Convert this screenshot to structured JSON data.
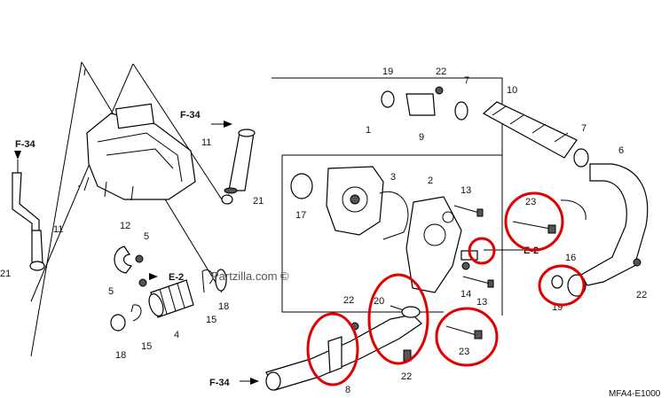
{
  "watermark": "Partzilla.com ©",
  "diagram_code": "MFA4-E1000",
  "ref_labels": [
    "F-34",
    "F-34",
    "E-2",
    "F-34"
  ],
  "ref_arrow_label": "E-2",
  "part_labels": [
    "19",
    "22",
    "7",
    "10",
    "1",
    "9",
    "7",
    "6",
    "11",
    "11",
    "21",
    "21",
    "12",
    "5",
    "5",
    "4",
    "3",
    "2",
    "13",
    "17",
    "23",
    "16",
    "14",
    "13",
    "15",
    "15",
    "18",
    "18",
    "20",
    "22",
    "22",
    "23",
    "19",
    "22",
    "8"
  ],
  "highlight_color": "#e00000"
}
